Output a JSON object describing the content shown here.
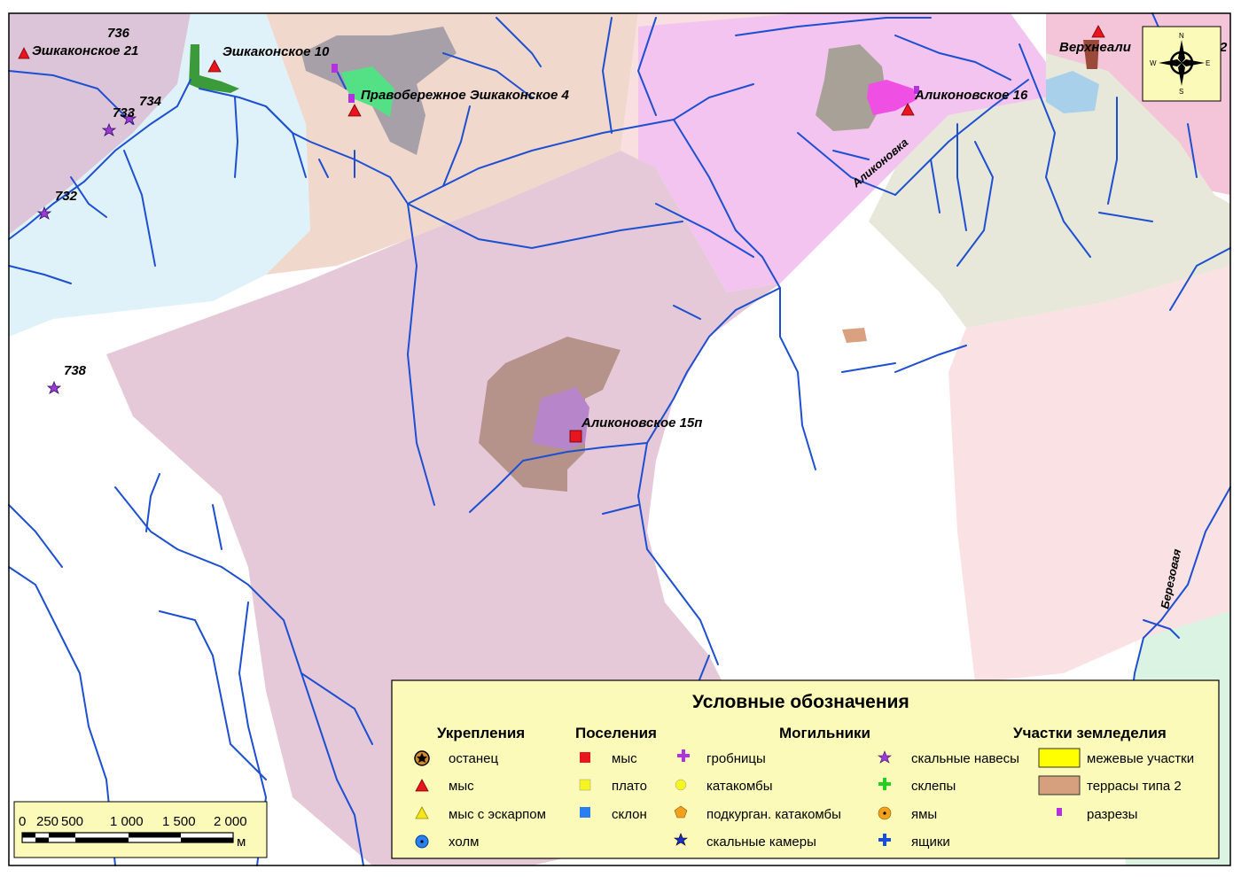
{
  "sites": {
    "eshkakon21": "Эшкаконское 21",
    "eshkakon10": "Эшкаконское 10",
    "pravob4": "Правобережное Эшкаконское 4",
    "alik16": "Аликоновское 16",
    "alik15": "Аликоновское 15п",
    "verkh": "Верхнеали"
  },
  "points": {
    "p736": "736",
    "p734": "734",
    "p733": "733",
    "p732": "732",
    "p738": "738",
    "p2": "2"
  },
  "rivers": {
    "alikonovka": "Аликоновка",
    "berezovaya": "Березовая"
  },
  "compass": {
    "n": "N",
    "s": "S",
    "w": "W",
    "e": "E"
  },
  "scalebar": {
    "t0": "0",
    "t250": "250",
    "t500": "500",
    "t1000": "1 000",
    "t1500": "1 500",
    "t2000": "2 000",
    "unit": "м"
  },
  "legend": {
    "title": "Условные обозначения",
    "headers": {
      "fort": "Укрепления",
      "settle": "Поселения",
      "burial": "Могильники",
      "farm": "Участки земледелия"
    },
    "fort": [
      "останец",
      "мыс",
      "мыс с эскарпом",
      "холм"
    ],
    "settle": [
      "мыс",
      "плато",
      "склон"
    ],
    "burial1": [
      "гробницы",
      "катакомбы",
      "подкурган. катакомбы",
      "скальные камеры"
    ],
    "burial2": [
      "скальные навесы",
      "склепы",
      "ямы",
      "ящики"
    ],
    "farm": [
      "межевые участки",
      "террасы типа 2",
      "разрезы"
    ]
  },
  "colors": {
    "river": "#1d4fd1",
    "cape_red": "#e8141e",
    "star_purple": "#9b3ad8",
    "legend_bg": "#fcfab8"
  }
}
